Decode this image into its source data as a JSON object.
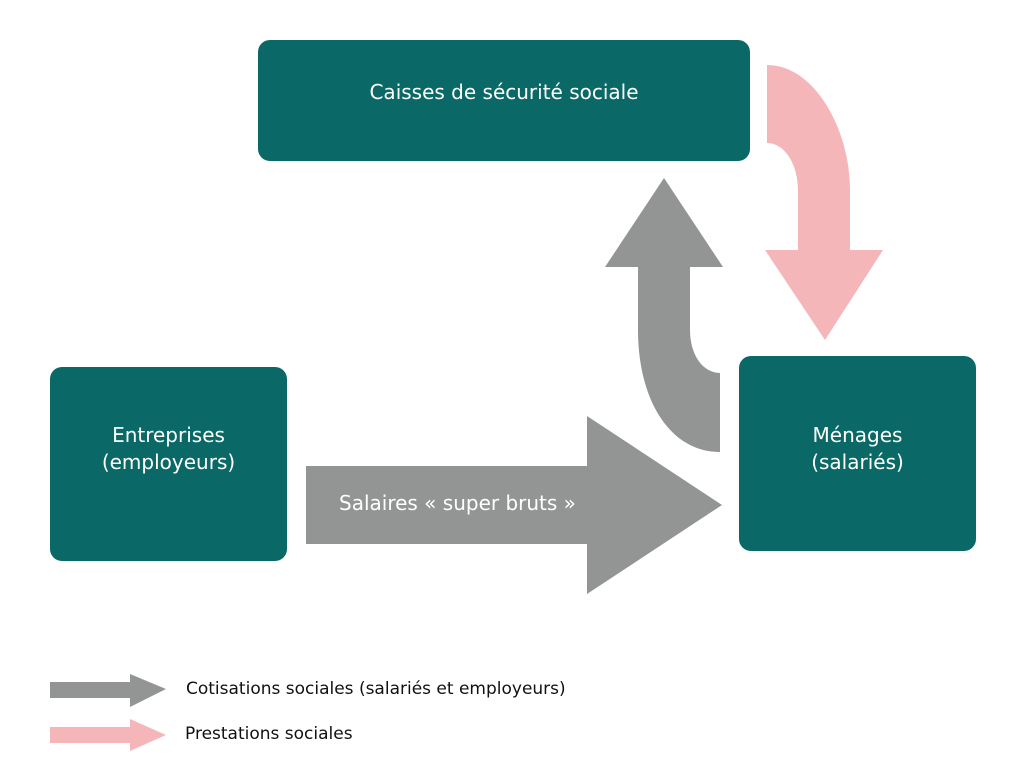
{
  "nodes": {
    "caisses": "Caisses de sécurité sociale",
    "entreprises": [
      "Entreprises",
      "(employeurs)"
    ],
    "menages": [
      "Ménages",
      "(salariés)"
    ]
  },
  "flows": {
    "salaires": "Salaires « super bruts »"
  },
  "legend": [
    {
      "label": "Cotisations sociales (salariés et employeurs)",
      "color": "#939594"
    },
    {
      "label": "Prestations sociales",
      "color": "#f5b6ba"
    }
  ],
  "colors": {
    "box": "#0a6966",
    "gray": "#939594",
    "pink": "#f5b6ba"
  }
}
